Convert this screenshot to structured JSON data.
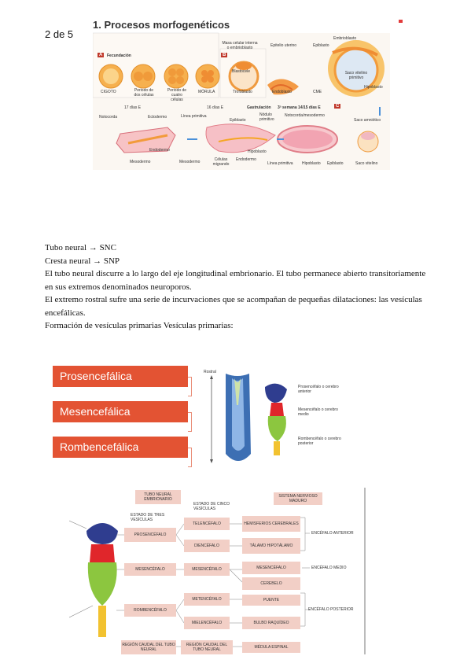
{
  "page": {
    "number": "2 de 5"
  },
  "figure1": {
    "title": "1. Procesos morfogenéticos",
    "panels": {
      "a": "A",
      "a_label": "Fecundación",
      "b": "B",
      "c": "C"
    },
    "labels": {
      "cigoto": "CIGOTO",
      "dos_celulas": "Periodo de dos células",
      "cuatro_celulas": "Periodo de cuatro células",
      "morula": "MÓRULA",
      "masa_celular": "Masa celular interna o embrioblasto",
      "blastocele": "Blastocele",
      "trofoblasto": "Trofoblasto",
      "epitelio": "Epitelio uterino",
      "epiblasto_top": "Epiblasto",
      "embrioblasto": "Embrioblasto",
      "endoblasto": "Endoblasto",
      "cme": "CME",
      "saco_primitivo": "Saco vitelino primitivo",
      "hipoblasto_top": "Hipoblasto",
      "dias17": "17 días E",
      "notocorda": "Notocorda",
      "ectodermo": "Ectodermo",
      "endodermo_left": "Endodermo",
      "mesodermo_left": "Mesodermo",
      "dias16": "16 días E",
      "linea_primitiva": "Línea primitiva",
      "epiblasto_mid": "Epiblasto",
      "mesodermo_mid": "Mesodermo",
      "celulas_migrando": "Células migrando",
      "endodermo_mid": "Endodermo",
      "hipoblasto_mid": "Hipoblasto",
      "gastrulacion": "Gastrulación",
      "semana": "3ª semana 14/15 días E",
      "nodulo": "Nódulo primitivo",
      "notocorda_meso": "Notocorda/mesodermo",
      "linea_primitiva2": "Línea primitiva",
      "hipoblasto_bot": "Hipoblasto",
      "epiblasto_bot": "Epiblasto",
      "saco_amniotico": "Saco amniótico",
      "saco_vitelino": "Saco vitelino"
    }
  },
  "text": {
    "lines": [
      "Tubo neural → SNC",
      "Cresta neural → SNP",
      "El tubo neural discurre a lo largo del eje longitudinal embrionario. El tubo permanece abierto transitoriamente en sus extremos denominados neuroporos.",
      "El extremo rostral sufre una serie de incurvaciones que se acompañan de pequeñas dilataciones: las vesículas encefálicas.",
      "Formación de vesículas primarias Vesículas primarias:"
    ]
  },
  "vesicles": {
    "items": [
      "Prosencefálica",
      "Mesencefálica",
      "Rombencefálica"
    ],
    "colors": {
      "box": "#e35333",
      "outline": "#e98c76"
    }
  },
  "figure2": {
    "rostral": "Rostral",
    "prosencefalo": "Prosencéfalo o cerebro anterior",
    "mesencefalo": "Mesencéfalo o cerebro medio",
    "rombencefalo": "Rombencéfalo o cerebro posterior"
  },
  "figure3": {
    "tubo_neural": "TUBO NEURAL EMBRIONARIO",
    "estado_tres": "ESTADO DE TRES VESÍCULAS",
    "estado_cinco": "ESTADO DE CINCO VESÍCULAS",
    "sistema_nervioso": "SISTEMA NERVIOSO MADURO",
    "prosencefalo": "PROSENCÉFALO",
    "telencefalo": "TELENCÉFALO",
    "diencefalo": "DIENCÉFALO",
    "hemisferios": "HEMISFERIOS CEREBRALES",
    "talamo": "TÁLAMO HIPOTÁLAMO",
    "encefalo_anterior": "ENCÉFALO ANTERIOR",
    "mesencefalo_l": "MESENCÉFALO",
    "mesencefalo_m": "MESENCÉFALO",
    "mesencefalo_r": "MESENCÉFALO",
    "encefalo_medio": "ENCÉFALO MEDIO",
    "cerebelo": "CEREBELO",
    "metencefalo": "METENCÉFALO",
    "puente": "PUENTE",
    "rombencefalo": "ROMBENCÉFALO",
    "mielencefalo": "MIELENCÉFALO",
    "bulbo": "BULBO RAQUÍDEO",
    "encefalo_posterior": "ENCÉFALO POSTERIOR",
    "region_caudal_l": "REGIÓN CAUDAL DEL TUBO NEURAL",
    "region_caudal_m": "REGIÓN CAUDAL DEL TUBO NEURAL",
    "medula": "MÉDULA ESPINAL"
  }
}
